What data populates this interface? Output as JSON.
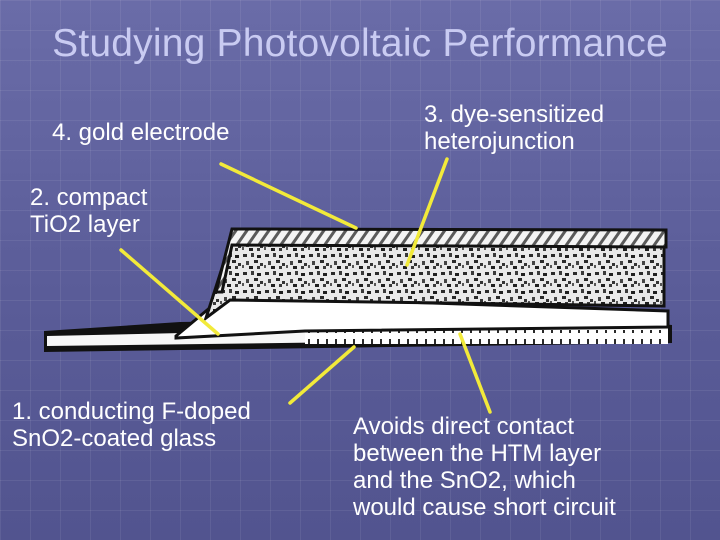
{
  "title": "Studying Photovoltaic Performance",
  "labels": {
    "gold_electrode": "4. gold electrode",
    "dye_heterojunction": "3. dye-sensitized\nheterojunction",
    "compact_tio2": "2. compact\nTiO2 layer",
    "conducting_glass": "1. conducting F-doped\nSnO2-coated glass",
    "avoids_contact": "Avoids direct contact\nbetween the HTM layer\nand the SnO2, which\nwould cause short circuit"
  },
  "colors": {
    "background": "#5d5f9c",
    "title": "#c9cbf2",
    "pointer": "#f2ea3a",
    "label": "#ffffff"
  }
}
